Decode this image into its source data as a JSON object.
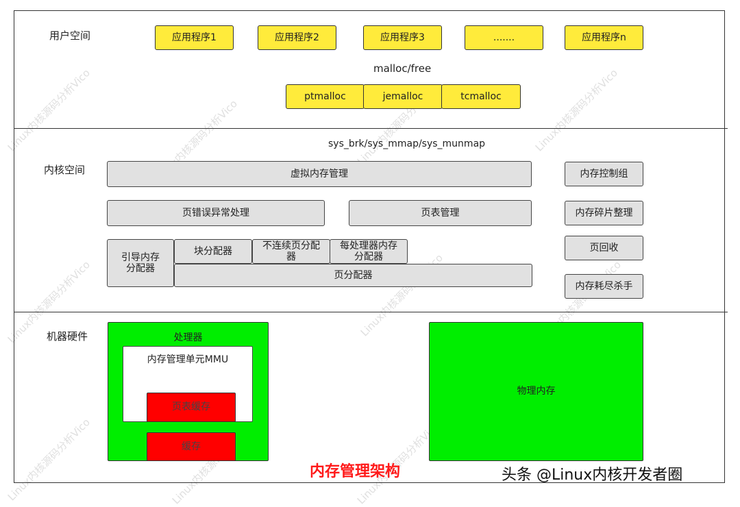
{
  "sections": {
    "user_space": "用户空间",
    "kernel_space": "内核空间",
    "hardware": "机器硬件"
  },
  "user_space": {
    "apps": [
      "应用程序1",
      "应用程序2",
      "应用程序3",
      ".......",
      "应用程序n"
    ],
    "api": "malloc/free",
    "allocators": [
      "ptmalloc",
      "jemalloc",
      "tcmalloc"
    ]
  },
  "syscalls": "sys_brk/sys_mmap/sys_munmap",
  "kernel": {
    "virtual_memory": "虚拟内存管理",
    "page_fault": "页错误异常处理",
    "page_table": "页表管理",
    "bootmem": "引导内存分配器",
    "slab": "块分配器",
    "vmalloc": "不连续页分配器",
    "percpu": "每处理器内存分配器",
    "buddy": "页分配器",
    "right": [
      "内存控制组",
      "内存碎片整理",
      "页回收",
      "内存耗尽杀手"
    ]
  },
  "hardware": {
    "processor": "处理器",
    "mmu": "内存管理单元MMU",
    "tlb": "页表缓存",
    "cache": "缓存",
    "physical_memory": "物理内存"
  },
  "title": "内存管理架构",
  "credit": "头条 @Linux内核开发者圈",
  "watermark": "Linux内核源码分析Vico",
  "colors": {
    "yellow": "#ffeb3b",
    "gray": "#e1e1e1",
    "green": "#00ee00",
    "red": "#ff0000",
    "title_red": "#ff1a1a"
  }
}
